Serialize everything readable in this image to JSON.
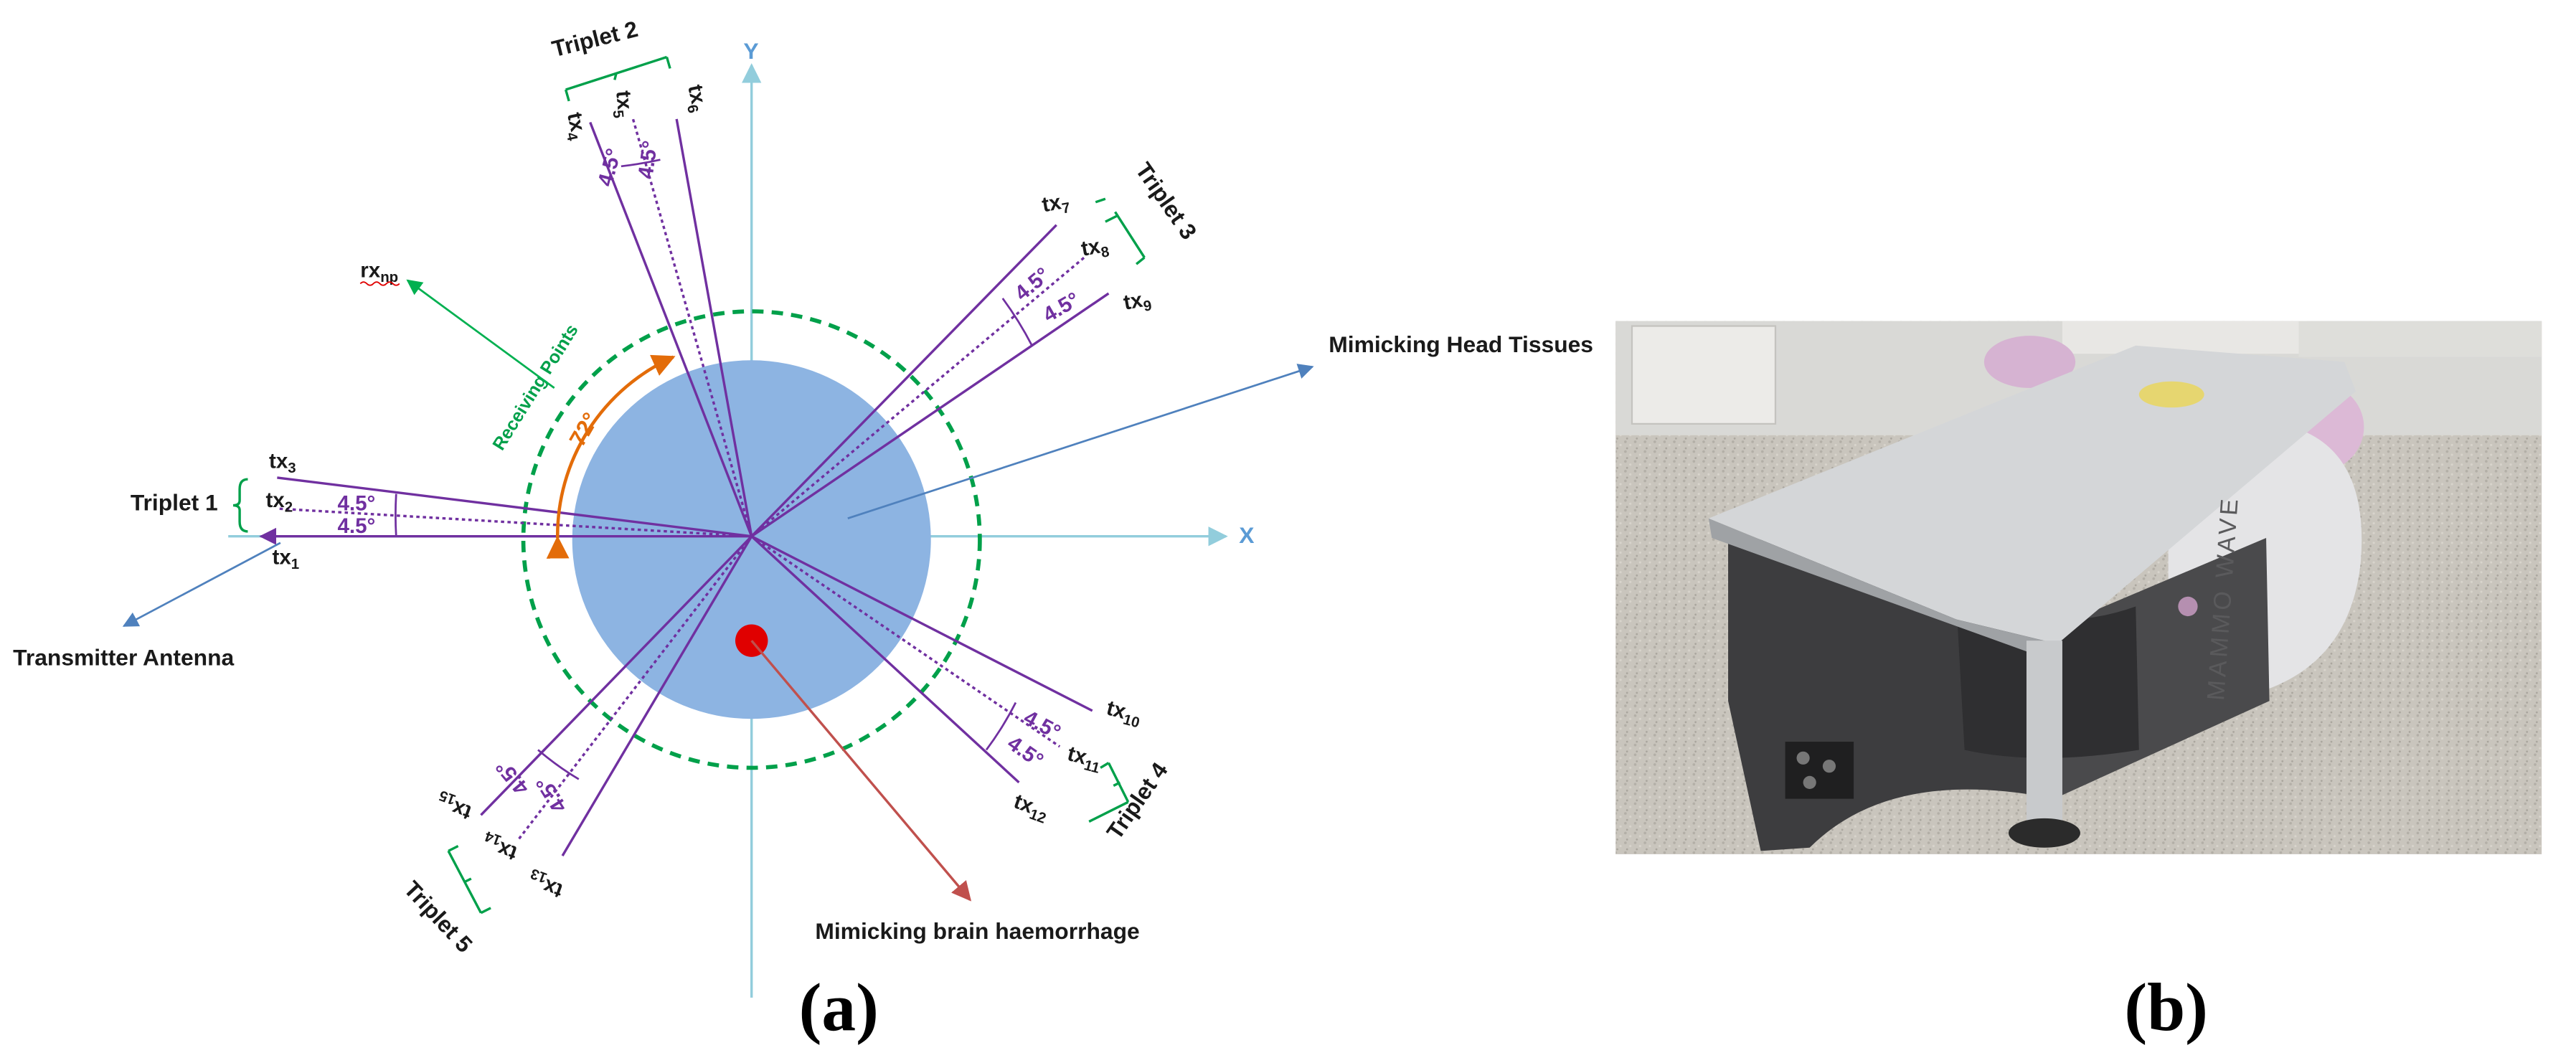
{
  "panel_a": {
    "caption": "(a)",
    "axis_x": "X",
    "axis_y": "Y",
    "labels": {
      "mimicking_head_tissues": "Mimicking Head Tissues",
      "mimicking_brain_haemorrhage": "Mimicking brain haemorrhage",
      "transmitter_antenna": "Transmitter Antenna",
      "receiving_points": "Receiving Points",
      "rx": "rx",
      "rx_sub": "np",
      "angle_72": "72°",
      "angle_small": "4.5°"
    },
    "triplets": [
      {
        "label": "Triplet 1"
      },
      {
        "label": "Triplet 2"
      },
      {
        "label": "Triplet 3"
      },
      {
        "label": "Triplet 4"
      },
      {
        "label": "Triplet 5"
      }
    ],
    "tx_labels": [
      {
        "base": "tx",
        "sub": "1"
      },
      {
        "base": "tx",
        "sub": "2"
      },
      {
        "base": "tx",
        "sub": "3"
      },
      {
        "base": "tx",
        "sub": "4"
      },
      {
        "base": "tx",
        "sub": "5"
      },
      {
        "base": "tx",
        "sub": "6"
      },
      {
        "base": "tx",
        "sub": "7"
      },
      {
        "base": "tx",
        "sub": "8"
      },
      {
        "base": "tx",
        "sub": "9"
      },
      {
        "base": "tx",
        "sub": "10"
      },
      {
        "base": "tx",
        "sub": "11"
      },
      {
        "base": "tx",
        "sub": "12"
      },
      {
        "base": "tx",
        "sub": "13"
      },
      {
        "base": "tx",
        "sub": "14"
      },
      {
        "base": "tx",
        "sub": "15"
      }
    ],
    "colors": {
      "head": "#8db4e2",
      "axis": "#92cddc",
      "beams": "#7030a0",
      "dashed_ring": "#00a04a",
      "haemorrhage": "#e00000",
      "arc_72": "#e36c09",
      "arrow_blue": "#4f81bd",
      "arrow_red": "#c0504d",
      "arrow_green": "#00b050"
    }
  },
  "panel_b": {
    "caption": "(b)",
    "device_text": "MAMMO WAVE"
  }
}
